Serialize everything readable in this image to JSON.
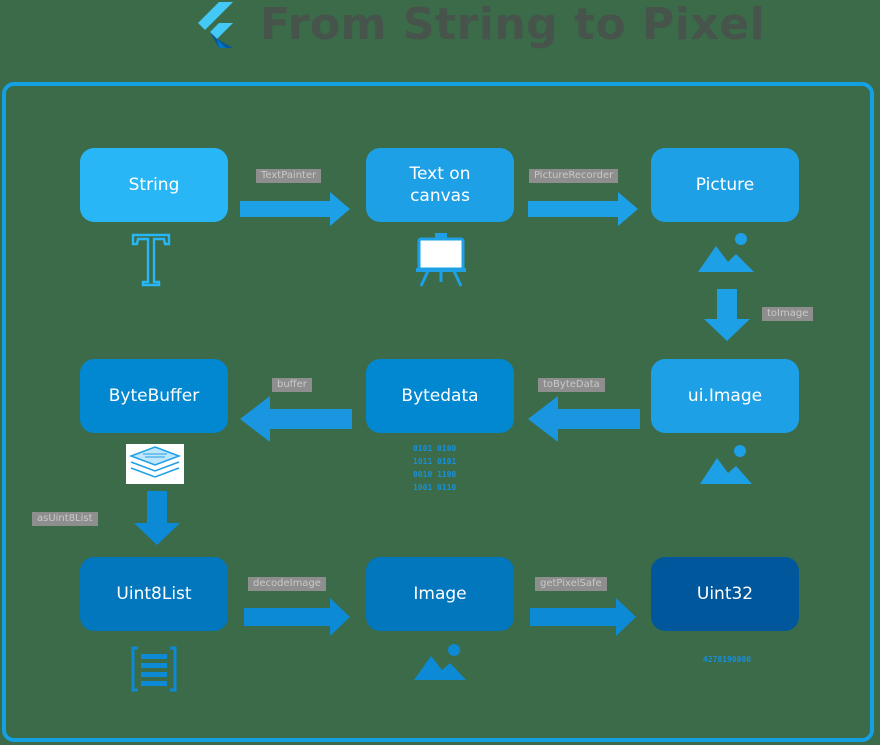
{
  "header": {
    "title": "From String to Pixel"
  },
  "nodes": {
    "string": "String",
    "text_on_canvas": "Text on\ncanvas",
    "picture": "Picture",
    "ui_image": "ui.Image",
    "bytedata": "Bytedata",
    "bytebuffer": "ByteBuffer",
    "uint8list": "Uint8List",
    "image": "Image",
    "uint32": "Uint32"
  },
  "edges": {
    "e1": "TextPainter",
    "e2": "PictureRecorder",
    "e3": "toImage",
    "e4": "toByteData",
    "e5": "buffer",
    "e6": "asUint8List",
    "e7": "decodeImage",
    "e8": "getPixelSafe"
  },
  "decorations": {
    "bytedata_code": "0101 0100\n1011 0101\n0010 1100\n1001 0110",
    "uint32_value": "4278190080"
  },
  "colors": {
    "background": "#3b6b48",
    "frame_border": "#14a0e3",
    "arrow": "#1ea0e6",
    "node_light": "#29b6f6",
    "node_dark": "#01579b",
    "title_text": "#46544c"
  }
}
